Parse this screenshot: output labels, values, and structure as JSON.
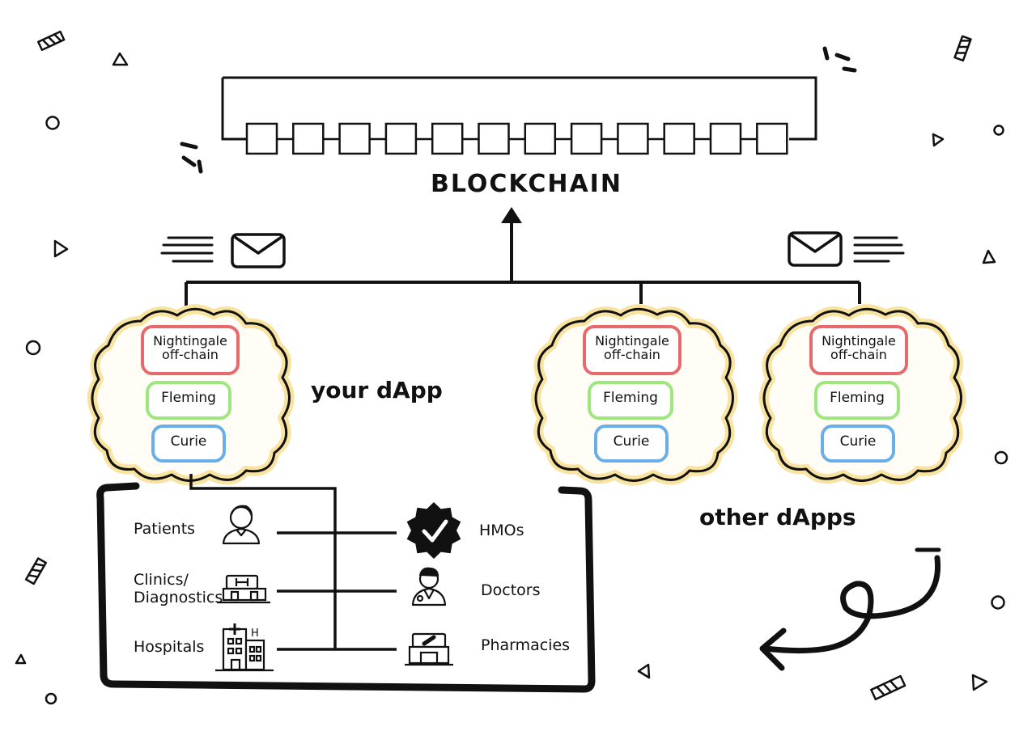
{
  "blockchain": {
    "title": "BLOCKCHAIN"
  },
  "your_dapp": {
    "title": "your dApp",
    "cloud": {
      "offchain": "Nightingale off-chain",
      "fleming": "Fleming",
      "curie": "Curie"
    }
  },
  "other_dapps": {
    "title": "other dApps",
    "clouds": [
      {
        "offchain": "Nightingale off-chain",
        "fleming": "Fleming",
        "curie": "Curie"
      },
      {
        "offchain": "Nightingale off-chain",
        "fleming": "Fleming",
        "curie": "Curie"
      }
    ]
  },
  "entities": {
    "left": [
      "Patients",
      "Clinics/ Diagnostics",
      "Hospitals"
    ],
    "right": [
      "HMOs",
      "Doctors",
      "Pharmacies"
    ]
  },
  "icons": {
    "patient": "patient-icon",
    "clinic": "clinic-icon",
    "hospital": "hospital-icon",
    "hmo": "verified-badge-icon",
    "doctor": "doctor-icon",
    "pharmacy": "pharmacy-icon",
    "message": "envelope-icon",
    "arrow": "curly-arrow-icon"
  },
  "colors": {
    "offchain": "#e8696b",
    "fleming": "#9ee67e",
    "curie": "#6aaee8",
    "cloud_fill": "#fffdf6",
    "cloud_glow": "#f8e3a0",
    "ink": "#111111"
  }
}
